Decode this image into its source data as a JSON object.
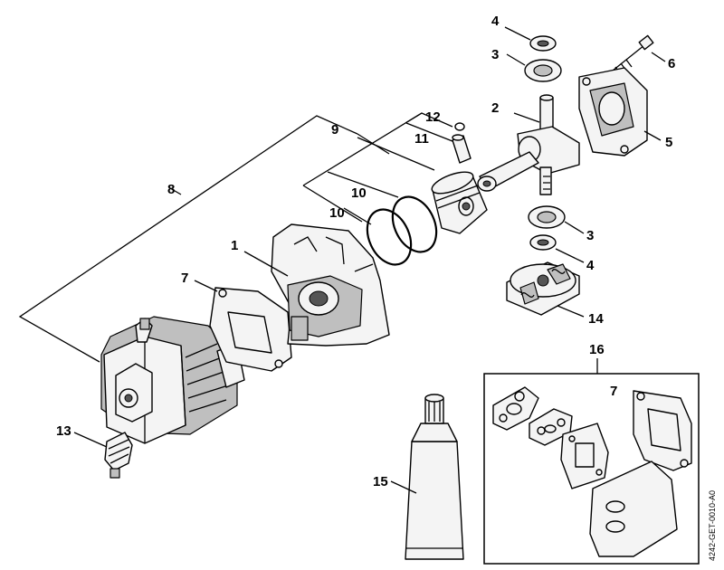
{
  "diagram": {
    "callouts": {
      "c1": "1",
      "c2": "2",
      "c3a": "3",
      "c3b": "3",
      "c4a": "4",
      "c4b": "4",
      "c5": "5",
      "c6": "6",
      "c7a": "7",
      "c7b": "7",
      "c8": "8",
      "c9": "9",
      "c10a": "10",
      "c10b": "10",
      "c11": "11",
      "c12": "12",
      "c13": "13",
      "c14": "14",
      "c15": "15",
      "c16": "16"
    },
    "reference_code": "4242-GET-0010-A0"
  }
}
